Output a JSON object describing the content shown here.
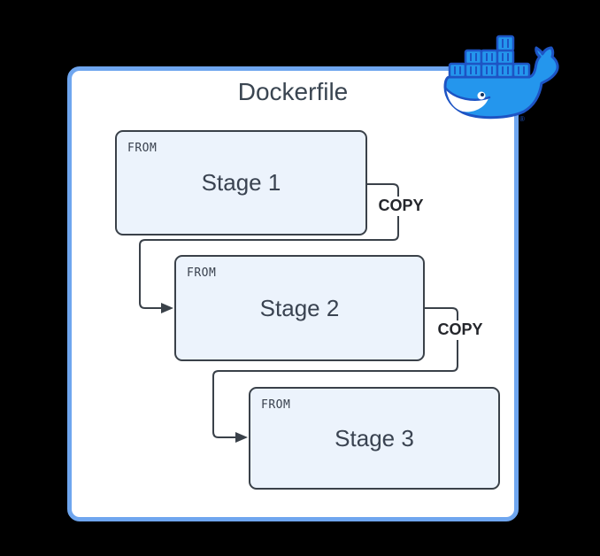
{
  "title": "Dockerfile",
  "frame": {
    "border_color": "#6FA6EF",
    "background": "#FFFFFF"
  },
  "stages": [
    {
      "keyword": "FROM",
      "label": "Stage 1"
    },
    {
      "keyword": "FROM",
      "label": "Stage 2"
    },
    {
      "keyword": "FROM",
      "label": "Stage 3"
    }
  ],
  "connections": [
    {
      "from": "Stage 1",
      "to": "Stage 2",
      "label": "COPY"
    },
    {
      "from": "Stage 2",
      "to": "Stage 3",
      "label": "COPY"
    }
  ],
  "styles": {
    "page_background": "#000000",
    "stage_fill": "#ECF3FC",
    "stage_border": "#3A4149",
    "stage_text_color": "#3A4351",
    "connector_color": "#3A4149",
    "copy_text_color": "#24262B",
    "title_color": "#3A4551"
  },
  "logo": {
    "name": "docker-logo",
    "whale_fill": "#2496ED",
    "whale_outline": "#1D54C4",
    "trademark": "®"
  }
}
